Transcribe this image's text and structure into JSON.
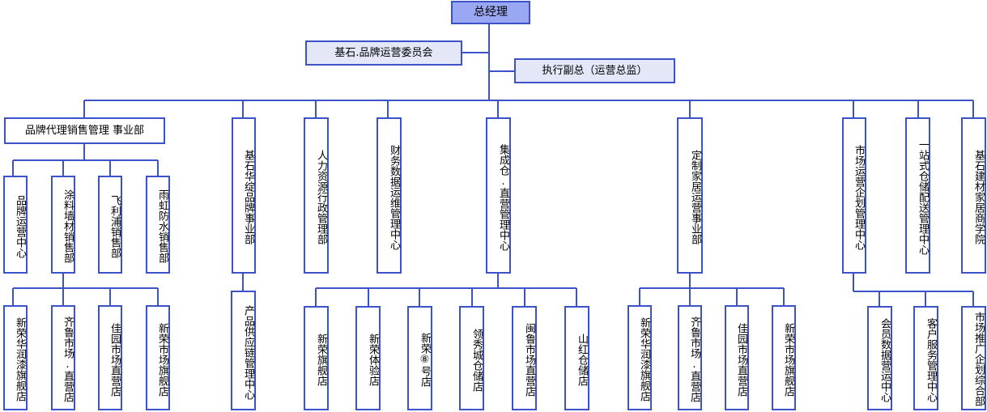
{
  "colors": {
    "line": "#3c52c9",
    "root_fill": "#9aa8f4",
    "light_fill": "#e3e7f7",
    "fill": "#ffffff"
  },
  "org": {
    "root": "总经理",
    "committee": "基石.品牌运营委员会",
    "deputy": "执行副总（运营总监）",
    "depts": {
      "brand_agency": "品牌代理销售管理 事业部",
      "huazhan": "基石华绽品牌事业部",
      "hr": "人力资源行政管理部",
      "finance": "财务数据运维管理中心",
      "jcc": "集成仓.直营管理中心",
      "custom_home": "定制家居运营事业部",
      "market_ops": "市场运营企划管理中心",
      "onestop": "一站式仓储配送管理中心",
      "academy": "基石建材家居商学院"
    },
    "brand_agency_subs": [
      "品牌运营中心",
      "涂料墙材销售部",
      "飞利浦销售部",
      "雨虹防水销售部"
    ],
    "brand_agency_stores": [
      "新荣华润漆旗舰店",
      "齐鲁市场.直营店",
      "佳园市场直营店",
      "新荣市场旗舰店"
    ],
    "huazhan_sub": "产品供应链管理中心",
    "jcc_subs": [
      "新荣旗舰店",
      "新荣体验店",
      "新荣⑧号店",
      "领秀城仓储店",
      "闽鲁市场直营店",
      "山红仓储店"
    ],
    "custom_home_subs": [
      "新荣华润漆旗舰店",
      "齐鲁市场.直营店",
      "佳园市场直营店",
      "新荣市场旗舰店"
    ],
    "market_ops_subs": [
      "会员数据营运中心",
      "客户服务管理中心",
      "市场推广企划综合部"
    ]
  }
}
